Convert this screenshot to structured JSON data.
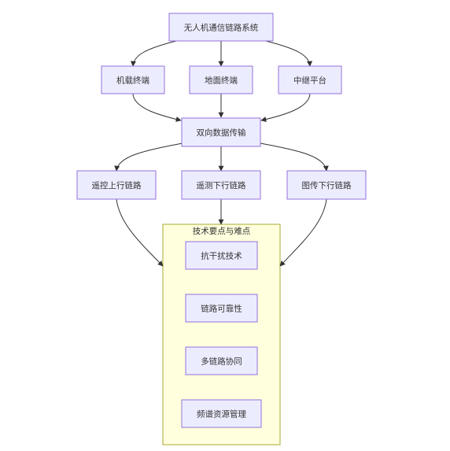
{
  "nodes": {
    "system": "无人机通信链路系统",
    "airborne": "机载终端",
    "ground": "地面终端",
    "relay": "中继平台",
    "bidirectional": "双向数据传输",
    "uplink": "遥控上行链路",
    "telemetry": "遥测下行链路",
    "image": "图传下行链路"
  },
  "group": {
    "title": "技术要点与难点",
    "items": {
      "anti_jam": "抗干扰技术",
      "reliability": "链路可靠性",
      "coordination": "多链路协同",
      "spectrum": "频谱资源管理"
    }
  },
  "colors": {
    "node_fill": "#ECECFF",
    "node_stroke": "#9370DB",
    "group_fill": "#FFFFDE",
    "group_stroke": "#AAAA33",
    "edge": "#333333"
  }
}
